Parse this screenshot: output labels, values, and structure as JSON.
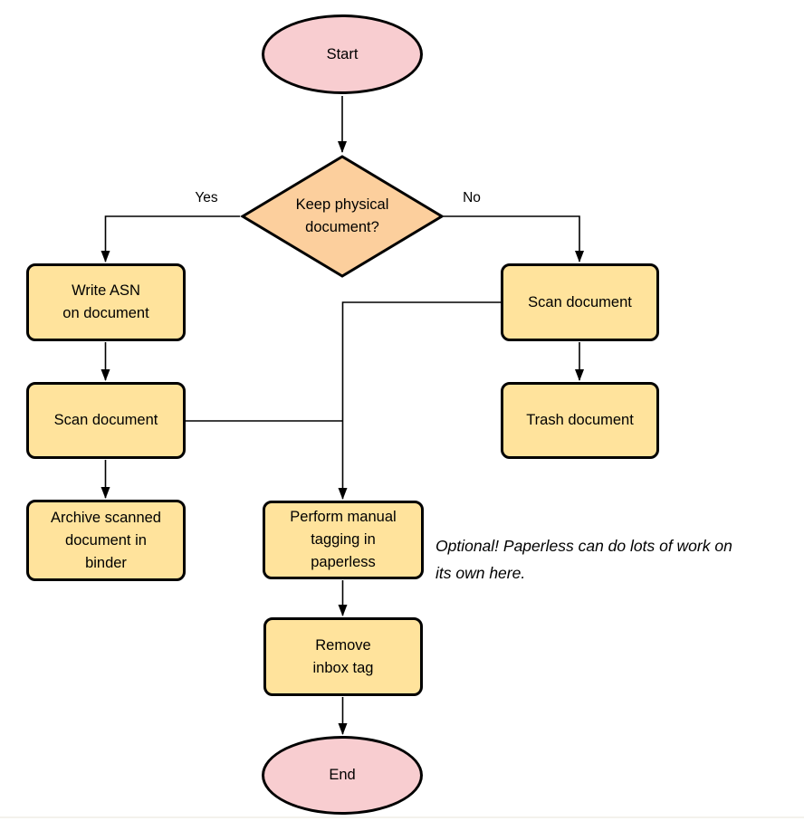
{
  "diagram": {
    "type": "flowchart",
    "nodes": {
      "start": {
        "label": "Start",
        "shape": "terminator"
      },
      "decision": {
        "label": "Keep physical\ndocument?",
        "shape": "decision"
      },
      "write_asn": {
        "label": "Write ASN\non document",
        "shape": "process"
      },
      "scan_left": {
        "label": "Scan document",
        "shape": "process"
      },
      "archive": {
        "label": "Archive scanned\ndocument in\nbinder",
        "shape": "process"
      },
      "scan_right": {
        "label": "Scan document",
        "shape": "process"
      },
      "trash": {
        "label": "Trash document",
        "shape": "process"
      },
      "tagging": {
        "label": "Perform manual\ntagging in\npaperless",
        "shape": "process"
      },
      "remove_inbox": {
        "label": "Remove\ninbox tag",
        "shape": "process"
      },
      "end": {
        "label": "End",
        "shape": "terminator"
      }
    },
    "edge_labels": {
      "yes": "Yes",
      "no": "No"
    },
    "annotation": "Optional! Paperless can do lots of work on\nits own here.",
    "colors": {
      "terminator_fill": "#F8CDD0",
      "decision_fill": "#FCCF9D",
      "process_fill": "#FFE39C",
      "stroke": "#000000",
      "bottom_rule": "#F3F2EC"
    }
  }
}
